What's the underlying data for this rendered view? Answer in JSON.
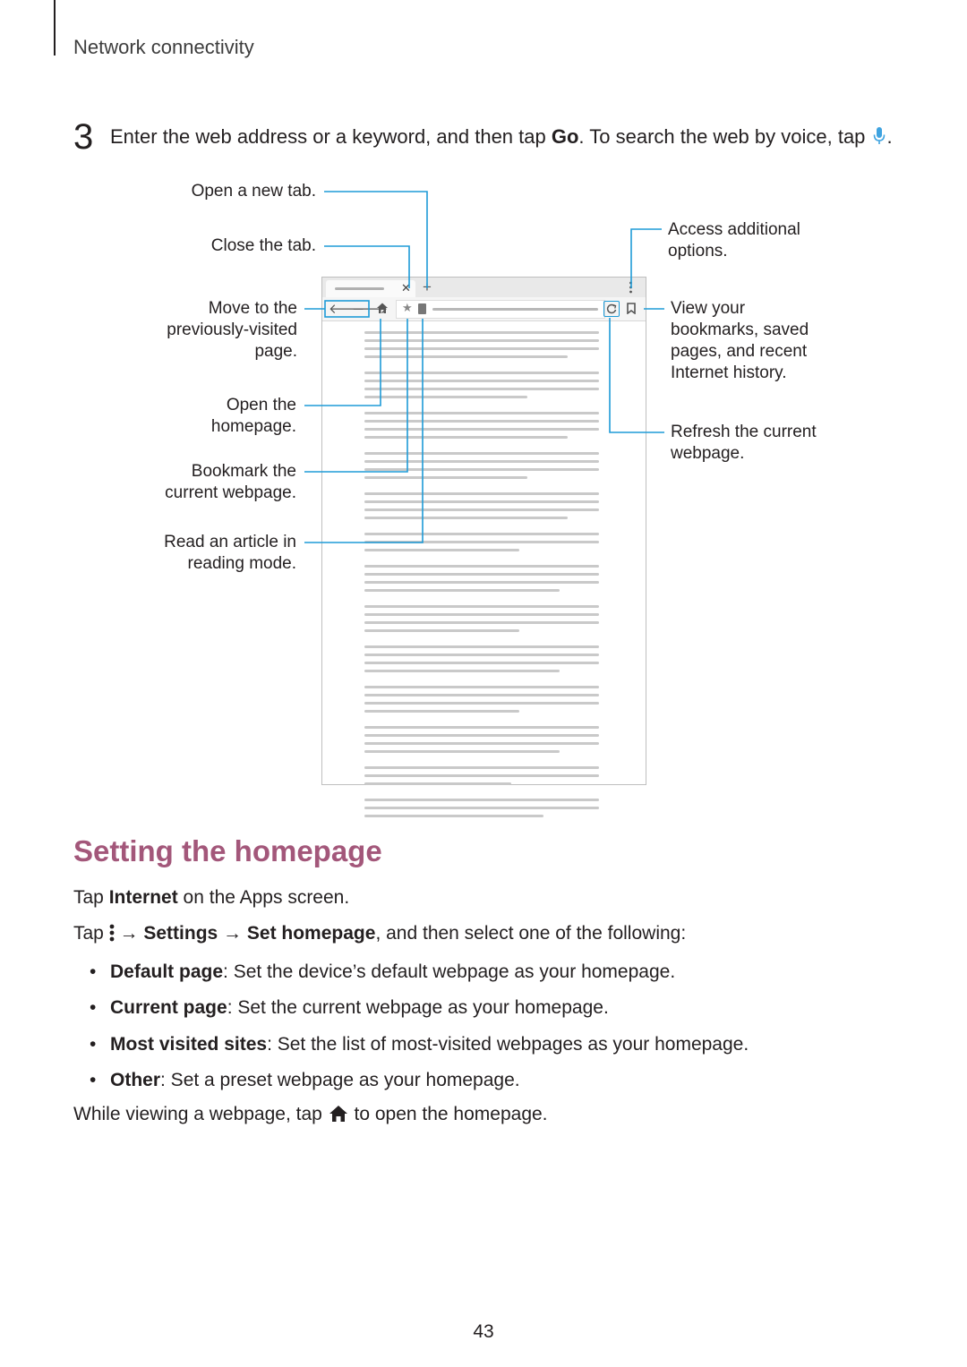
{
  "header": {
    "section": "Network connectivity"
  },
  "step": {
    "number": "3",
    "text_before": "Enter the web address or a keyword, and then tap ",
    "go": "Go",
    "text_after": ". To search the web by voice, tap",
    "end": "."
  },
  "callouts": {
    "open_tab": "Open a new tab.",
    "close_tab": "Close the tab.",
    "move_prev_1": "Move to the",
    "move_prev_2": "previously-visited",
    "move_prev_3": "page.",
    "homepage_1": "Open the",
    "homepage_2": "homepage.",
    "bookmark_1": "Bookmark the",
    "bookmark_2": "current webpage.",
    "reader_1": "Read an article in",
    "reader_2": "reading mode.",
    "options_1": "Access additional",
    "options_2": "options.",
    "bookmarks_1": "View your",
    "bookmarks_2": "bookmarks, saved",
    "bookmarks_3": "pages, and recent",
    "bookmarks_4": "Internet history.",
    "refresh_1": "Refresh the current",
    "refresh_2": "webpage."
  },
  "section": {
    "title": "Setting the homepage",
    "line1_pre": "Tap ",
    "line1_bold": "Internet",
    "line1_post": " on the Apps screen.",
    "line2_pre": "Tap ",
    "line2_arrow1": " → ",
    "line2_settings": "Settings",
    "line2_arrow2": " → ",
    "line2_sethome": "Set homepage",
    "line2_post": ", and then select one of the following:",
    "bullets": [
      {
        "term": "Default page",
        "desc": ": Set the device’s default webpage as your homepage."
      },
      {
        "term": "Current page",
        "desc": ": Set the current webpage as your homepage."
      },
      {
        "term": "Most visited sites",
        "desc": ": Set the list of most-visited webpages as your homepage."
      },
      {
        "term": "Other",
        "desc": ": Set a preset webpage as your homepage."
      }
    ],
    "line3_pre": "While viewing a webpage, tap ",
    "line3_post": " to open the homepage."
  },
  "page_number": "43",
  "colors": {
    "accent": "#a3577a",
    "callout_line": "#1e9bd7"
  },
  "icons": [
    "mic-icon",
    "more-options-icon",
    "home-icon"
  ]
}
